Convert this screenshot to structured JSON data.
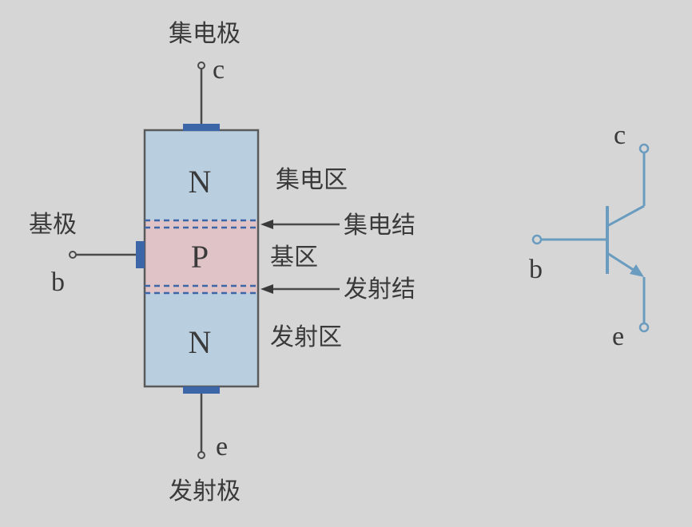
{
  "structure": {
    "collector_electrode": "集电极",
    "collector_terminal": "c",
    "collector_region": "集电区",
    "collector_region_letter": "N",
    "collector_junction": "集电结",
    "base_electrode": "基极",
    "base_terminal": "b",
    "base_region": "基区",
    "base_region_letter": "P",
    "emitter_junction": "发射结",
    "emitter_region": "发射区",
    "emitter_region_letter": "N",
    "emitter_terminal": "e",
    "emitter_electrode": "发射极"
  },
  "symbol": {
    "collector_terminal": "c",
    "base_terminal": "b",
    "emitter_terminal": "e"
  },
  "colors": {
    "n_region": "#b9cfe0",
    "p_region": "#dfc3c6",
    "contact": "#3d66a8",
    "outline": "#5a5a5a",
    "symbol_line": "#6a9cc0",
    "background": "#d6d6d6"
  }
}
